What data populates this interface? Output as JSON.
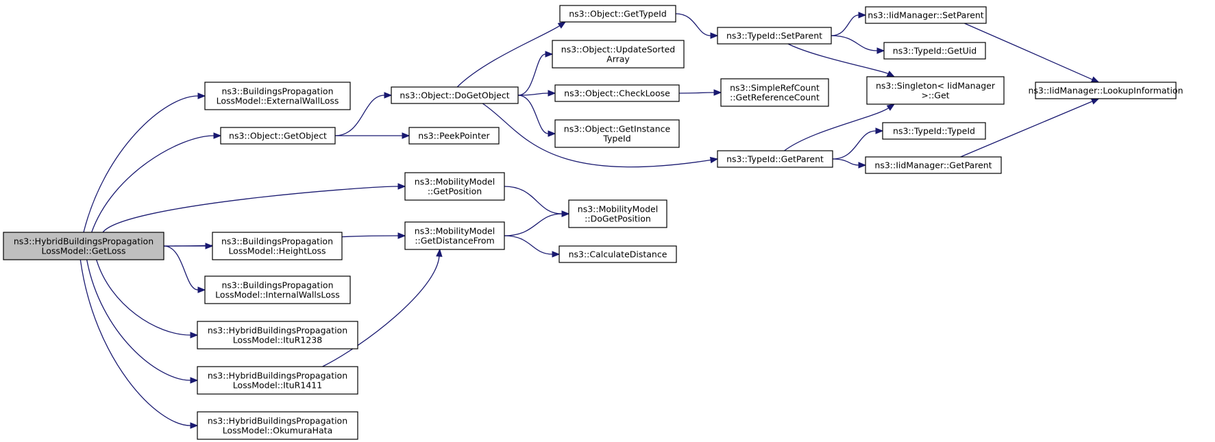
{
  "diagram": {
    "type": "call-graph",
    "colors": {
      "edge": "#191970",
      "root_fill": "#bfbfbf",
      "node_fill": "#ffffff",
      "node_stroke": "#000000"
    },
    "nodes": [
      {
        "id": "getloss",
        "root": true,
        "lines": [
          "ns3::HybridBuildingsPropagation",
          "LossModel::GetLoss"
        ]
      },
      {
        "id": "externalwallloss",
        "lines": [
          "ns3::BuildingsPropagation",
          "LossModel::ExternalWallLoss"
        ]
      },
      {
        "id": "getobject",
        "lines": [
          "ns3::Object::GetObject"
        ]
      },
      {
        "id": "getposition",
        "lines": [
          "ns3::MobilityModel",
          "::GetPosition"
        ]
      },
      {
        "id": "getdistancefrom",
        "lines": [
          "ns3::MobilityModel",
          "::GetDistanceFrom"
        ]
      },
      {
        "id": "heightloss",
        "lines": [
          "ns3::BuildingsPropagation",
          "LossModel::HeightLoss"
        ]
      },
      {
        "id": "internalwallsloss",
        "lines": [
          "ns3::BuildingsPropagation",
          "LossModel::InternalWallsLoss"
        ]
      },
      {
        "id": "itur1238",
        "lines": [
          "ns3::HybridBuildingsPropagation",
          "LossModel::ItuR1238"
        ]
      },
      {
        "id": "itur1411",
        "lines": [
          "ns3::HybridBuildingsPropagation",
          "LossModel::ItuR1411"
        ]
      },
      {
        "id": "okumurahata",
        "lines": [
          "ns3::HybridBuildingsPropagation",
          "LossModel::OkumuraHata"
        ]
      },
      {
        "id": "dogetobject",
        "lines": [
          "ns3::Object::DoGetObject"
        ]
      },
      {
        "id": "peekpointer",
        "lines": [
          "ns3::PeekPointer"
        ]
      },
      {
        "id": "dogetposition",
        "lines": [
          "ns3::MobilityModel",
          "::DoGetPosition"
        ]
      },
      {
        "id": "calculatedistance",
        "lines": [
          "ns3::CalculateDistance"
        ]
      },
      {
        "id": "gettypeid",
        "lines": [
          "ns3::Object::GetTypeId"
        ]
      },
      {
        "id": "updatesortedarray",
        "lines": [
          "ns3::Object::UpdateSorted",
          "Array"
        ]
      },
      {
        "id": "checkloose",
        "lines": [
          "ns3::Object::CheckLoose"
        ]
      },
      {
        "id": "getinstancetypeid",
        "lines": [
          "ns3::Object::GetInstance",
          "TypeId"
        ]
      },
      {
        "id": "typeid-getparent",
        "lines": [
          "ns3::TypeId::GetParent"
        ]
      },
      {
        "id": "setparent",
        "lines": [
          "ns3::TypeId::SetParent"
        ]
      },
      {
        "id": "getreferencecount",
        "lines": [
          "ns3::SimpleRefCount",
          "::GetReferenceCount"
        ]
      },
      {
        "id": "iid-setparent",
        "lines": [
          "ns3::IidManager::SetParent"
        ]
      },
      {
        "id": "getuid",
        "lines": [
          "ns3::TypeId::GetUid"
        ]
      },
      {
        "id": "singleton-get",
        "lines": [
          "ns3::Singleton< IidManager",
          " >::Get"
        ]
      },
      {
        "id": "typeid-typeid",
        "lines": [
          "ns3::TypeId::TypeId"
        ]
      },
      {
        "id": "iid-getparent",
        "lines": [
          "ns3::IidManager::GetParent"
        ]
      },
      {
        "id": "lookupinformation",
        "lines": [
          "ns3::IidManager::LookupInformation"
        ]
      }
    ],
    "edges": [
      {
        "from": "getloss",
        "to": "externalwallloss"
      },
      {
        "from": "getloss",
        "to": "getobject"
      },
      {
        "from": "getloss",
        "to": "getposition"
      },
      {
        "from": "getloss",
        "to": "getdistancefrom"
      },
      {
        "from": "getloss",
        "to": "heightloss"
      },
      {
        "from": "getloss",
        "to": "internalwallsloss"
      },
      {
        "from": "getloss",
        "to": "itur1238"
      },
      {
        "from": "getloss",
        "to": "itur1411"
      },
      {
        "from": "getloss",
        "to": "okumurahata"
      },
      {
        "from": "getobject",
        "to": "dogetobject"
      },
      {
        "from": "getobject",
        "to": "peekpointer"
      },
      {
        "from": "getposition",
        "to": "dogetposition"
      },
      {
        "from": "getdistancefrom",
        "to": "dogetposition"
      },
      {
        "from": "getdistancefrom",
        "to": "calculatedistance"
      },
      {
        "from": "itur1411",
        "to": "getdistancefrom"
      },
      {
        "from": "dogetobject",
        "to": "gettypeid"
      },
      {
        "from": "dogetobject",
        "to": "updatesortedarray"
      },
      {
        "from": "dogetobject",
        "to": "checkloose"
      },
      {
        "from": "dogetobject",
        "to": "getinstancetypeid"
      },
      {
        "from": "dogetobject",
        "to": "typeid-getparent"
      },
      {
        "from": "gettypeid",
        "to": "setparent"
      },
      {
        "from": "checkloose",
        "to": "getreferencecount"
      },
      {
        "from": "setparent",
        "to": "iid-setparent"
      },
      {
        "from": "setparent",
        "to": "getuid"
      },
      {
        "from": "setparent",
        "to": "singleton-get"
      },
      {
        "from": "typeid-getparent",
        "to": "singleton-get"
      },
      {
        "from": "typeid-getparent",
        "to": "typeid-typeid"
      },
      {
        "from": "typeid-getparent",
        "to": "iid-getparent"
      },
      {
        "from": "iid-setparent",
        "to": "lookupinformation"
      },
      {
        "from": "iid-getparent",
        "to": "lookupinformation"
      }
    ]
  }
}
